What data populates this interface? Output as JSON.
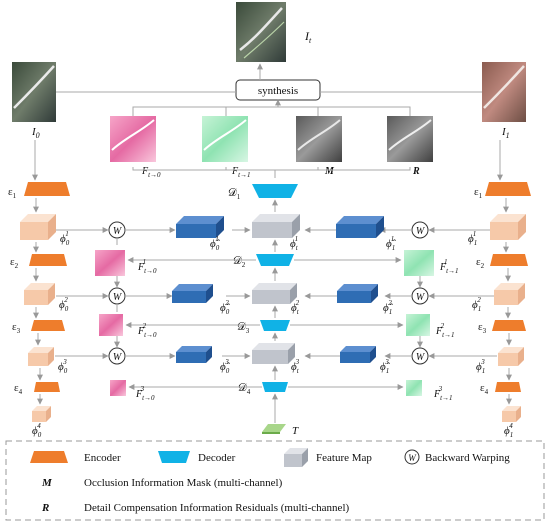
{
  "labels": {
    "it": "I",
    "it_sub": "t",
    "i0": "I",
    "i0_sub": "0",
    "i1": "I",
    "i1_sub": "1",
    "synthesis": "synthesis",
    "f_t0": "F",
    "f_t0_sub": "t→0",
    "f_t1": "F",
    "f_t1_sub": "t→1",
    "m": "M",
    "r": "R",
    "d1": "𝒟",
    "d1_sub": "1",
    "d2": "𝒟",
    "d2_sub": "2",
    "d3": "𝒟",
    "d3_sub": "3",
    "d4": "𝒟",
    "d4_sub": "4",
    "e1": "ε",
    "e1_sub": "1",
    "e2": "ε",
    "e2_sub": "2",
    "e3": "ε",
    "e3_sub": "3",
    "e4": "ε",
    "e4_sub": "4",
    "phi": "ϕ",
    "phi_t": "ϕ",
    "phi_hat": "ϕ̂",
    "w": "W",
    "t_label": "T",
    "f_small": "F"
  },
  "legend": {
    "encoder": "Encoder",
    "decoder": "Decoder",
    "feature_map": "Feature Map",
    "backward_warping": "Backward Warping",
    "m_symbol": "M",
    "m_text": "Occlusion Information Mask (multi-channel)",
    "r_symbol": "R",
    "r_text": "Detail Compensation Information Residuals (multi-channel)"
  },
  "colors": {
    "encoder": "#ee7d2c",
    "decoder": "#10b2e6",
    "feature_gray": "#c0c4cc",
    "feature_blue": "#2f6db4",
    "feature_peach": "#f6c9a9",
    "flow_pink": "#f08ab8",
    "flow_green": "#9be6b5"
  }
}
